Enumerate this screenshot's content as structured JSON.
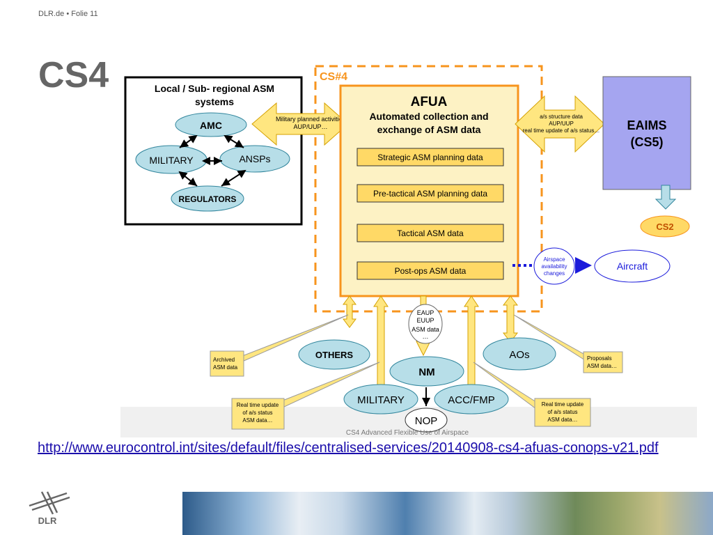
{
  "header": {
    "site": "DLR.de",
    "separator": "•",
    "slide": "Folie 11"
  },
  "slide_title": "CS4",
  "diagram": {
    "cs_label": "CS#4",
    "local_box": {
      "line1": "Local / Sub- regional ASM",
      "line2": "systems"
    },
    "local_nodes": {
      "amc": "AMC",
      "military": "MILITARY",
      "ansps": "ANSPs",
      "regulators": "REGULATORS"
    },
    "left_arrow": {
      "line1": "Military planned activities",
      "line2": "AUP/UUP…"
    },
    "afua": {
      "title": "AFUA",
      "sub1": "Automated collection and",
      "sub2": "exchange of ASM data",
      "rows": [
        "Strategic ASM planning data",
        "Pre-tactical ASM planning data",
        "Tactical ASM data",
        "Post-ops ASM data"
      ]
    },
    "right_arrow": {
      "line1": "a/s structure data",
      "line2": "AUP/UUP",
      "line3": "real time update of a/s status…"
    },
    "eaims": {
      "line1": "EAIMS",
      "line2": "(CS5)"
    },
    "cs2": "CS2",
    "airspace": {
      "line1": "Airspace",
      "line2": "availability",
      "line3": "changes"
    },
    "aircraft": "Aircraft",
    "eaup": {
      "line1": "EAUP",
      "line2": "EUUP",
      "line3": "ASM data",
      "line4": "…"
    },
    "bottom_nodes": {
      "others": "OTHERS",
      "nm": "NM",
      "aos": "AOs",
      "military": "MILITARY",
      "acc": "ACC/FMP",
      "nop": "NOP"
    },
    "callouts": {
      "archived": {
        "line1": "Archived",
        "line2": "ASM data"
      },
      "proposals": {
        "line1": "Proposals",
        "line2": "ASM data…"
      },
      "rt_left": {
        "line1": "Real time update",
        "line2": "of a/s status",
        "line3": "ASM data…"
      },
      "rt_right": {
        "line1": "Real time update",
        "line2": "of a/s status",
        "line3": "ASM data…"
      }
    },
    "caption": "CS4 Advanced Flexible Use of Airspace"
  },
  "link": "http://www.eurocontrol.int/sites/default/files/centralised-services/20140908-cs4-afuas-conops-v21.pdf",
  "logo_text": "DLR",
  "colors": {
    "orange": "#f7941d",
    "afua_fill": "#fdf2c4",
    "row_fill": "#ffd966",
    "arrow_fill": "#ffe680",
    "node_fill": "#b7dee8",
    "eaims_fill": "#a5a5f0",
    "link": "#1a0dab"
  }
}
